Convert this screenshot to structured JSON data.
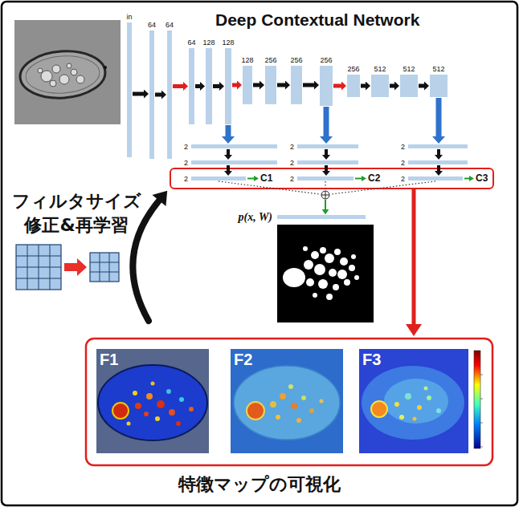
{
  "diagram": {
    "title": "Deep Contextual Network",
    "caption": "特徴マップの可視化",
    "nodes": [
      {
        "text": [
          "in"
        ]
      },
      {
        "text": [
          "64"
        ]
      },
      {
        "text": [
          "64"
        ]
      },
      {
        "text": [
          "64"
        ]
      },
      {
        "text": [
          "128"
        ]
      },
      {
        "text": [
          "128"
        ]
      },
      {
        "text": [
          "128"
        ]
      },
      {
        "text": [
          "256"
        ]
      },
      {
        "text": [
          "256"
        ]
      },
      {
        "text": [
          "256"
        ]
      },
      {
        "text": [
          "256"
        ]
      },
      {
        "text": [
          "512"
        ]
      },
      {
        "text": [
          "512"
        ]
      },
      {
        "text": [
          "512"
        ]
      },
      {
        "text": [
          "2"
        ]
      },
      {
        "text": [
          "2"
        ]
      },
      {
        "text": [
          "2"
        ]
      },
      {
        "text": [
          "2"
        ]
      },
      {
        "text": [
          "2"
        ]
      },
      {
        "text": [
          "2"
        ]
      },
      {
        "text": [
          "2"
        ]
      },
      {
        "text": [
          "2"
        ]
      },
      {
        "text": [
          "2"
        ]
      },
      {
        "text": [
          "p(x, W)"
        ]
      },
      {
        "text": [
          "F1"
        ]
      },
      {
        "text": [
          "F2"
        ]
      },
      {
        "text": [
          "F3"
        ]
      }
    ],
    "edges": [
      {
        "from": 0,
        "to": 1,
        "arrow": "to"
      },
      {
        "from": 1,
        "to": 2,
        "arrow": "to"
      },
      {
        "from": 2,
        "to": 3,
        "arrow": "to"
      },
      {
        "from": 3,
        "to": 4,
        "arrow": "to"
      },
      {
        "from": 4,
        "to": 5,
        "arrow": "to"
      },
      {
        "from": 5,
        "to": 6,
        "arrow": "to"
      },
      {
        "from": 6,
        "to": 7,
        "arrow": "to"
      },
      {
        "from": 7,
        "to": 8,
        "arrow": "to"
      },
      {
        "from": 8,
        "to": 9,
        "arrow": "to"
      },
      {
        "from": 9,
        "to": 10,
        "arrow": "to"
      },
      {
        "from": 10,
        "to": 11,
        "arrow": "to"
      },
      {
        "from": 11,
        "to": 12,
        "arrow": "to"
      },
      {
        "from": 12,
        "to": 13,
        "arrow": "to"
      },
      {
        "from": 5,
        "to": 14,
        "arrow": "to"
      },
      {
        "from": 9,
        "to": 17,
        "arrow": "to"
      },
      {
        "from": 13,
        "to": 20,
        "arrow": "to"
      },
      {
        "from": 14,
        "to": 15,
        "arrow": "to"
      },
      {
        "from": 15,
        "to": 16,
        "arrow": "to"
      },
      {
        "from": 17,
        "to": 18,
        "arrow": "to"
      },
      {
        "from": 18,
        "to": 19,
        "arrow": "to"
      },
      {
        "from": 20,
        "to": 21,
        "arrow": "to"
      },
      {
        "from": 21,
        "to": 22,
        "arrow": "to"
      },
      {
        "from": 16,
        "to": 23,
        "arrow": "to"
      },
      {
        "from": 19,
        "to": 23,
        "arrow": "to"
      },
      {
        "from": 22,
        "to": 23,
        "arrow": "to"
      }
    ],
    "labels": [
      "フィルタサイズ 修正&再学習",
      "C1",
      "C2",
      "C3"
    ]
  }
}
